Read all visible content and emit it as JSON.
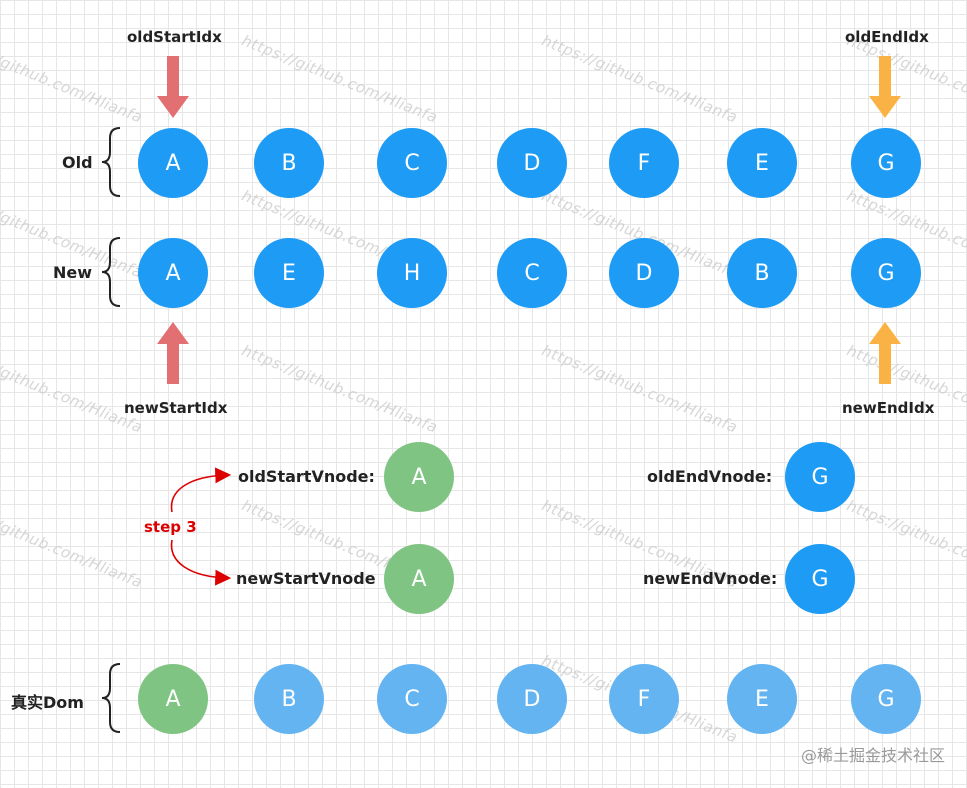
{
  "colors": {
    "blue": "#1d9bf5",
    "light_blue": "#64b4f2",
    "green": "#80c484",
    "red_arrow": "#e27072",
    "orange_arrow": "#fbb244",
    "step_red": "#dd0000"
  },
  "labels": {
    "old_start_idx": "oldStartIdx",
    "old_end_idx": "oldEndIdx",
    "new_start_idx": "newStartIdx",
    "new_end_idx": "newEndIdx",
    "old_row": "Old",
    "new_row": "New",
    "real_dom_row": "真实Dom",
    "old_start_vnode": "oldStartVnode:",
    "new_start_vnode": "newStartVnode",
    "old_end_vnode": "oldEndVnode:",
    "new_end_vnode": "newEndVnode:",
    "step": "step 3"
  },
  "rows": {
    "old": [
      "A",
      "B",
      "C",
      "D",
      "F",
      "E",
      "G"
    ],
    "new": [
      "A",
      "E",
      "H",
      "C",
      "D",
      "B",
      "G"
    ],
    "real_dom": [
      "A",
      "B",
      "C",
      "D",
      "F",
      "E",
      "G"
    ]
  },
  "vnodes": {
    "old_start": "A",
    "new_start": "A",
    "old_end": "G",
    "new_end": "G"
  },
  "watermark": "https://github.com/Hlianfa",
  "brand": "@稀土掘金技术社区"
}
